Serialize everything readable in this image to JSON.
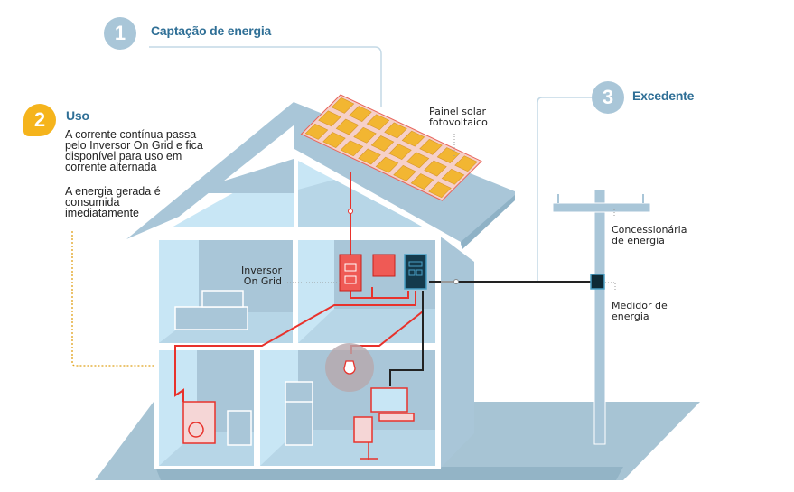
{
  "steps": [
    {
      "number": "1",
      "title": "Captação de energia"
    },
    {
      "number": "2",
      "title": "Uso",
      "paragraphs": [
        [
          "A corrente contínua passa",
          "pelo Inversor On Grid e fica",
          "disponível para uso em",
          "corrente alternada"
        ],
        [
          "A energia gerada é",
          "consumida",
          "imediatamente"
        ]
      ]
    },
    {
      "number": "3",
      "title": "Excedente"
    }
  ],
  "labels": {
    "solar_panel": [
      "Painel solar",
      "fotovoltaico"
    ],
    "inverter": [
      "Inversor",
      "On Grid"
    ],
    "utility": [
      "Concessionária",
      "de energia"
    ],
    "meter": [
      "Medidor de",
      "energia"
    ]
  },
  "colors": {
    "accent_blue": "#2f6f96",
    "badge_blue": "#a9c6d8",
    "badge_yellow": "#f5b41c",
    "wire_red": "#e8322c",
    "panel_gold": "#f2b632",
    "house_light": "#c8e6f5",
    "house_mid": "#a8c7d8",
    "ground": "#a7c4d4"
  }
}
